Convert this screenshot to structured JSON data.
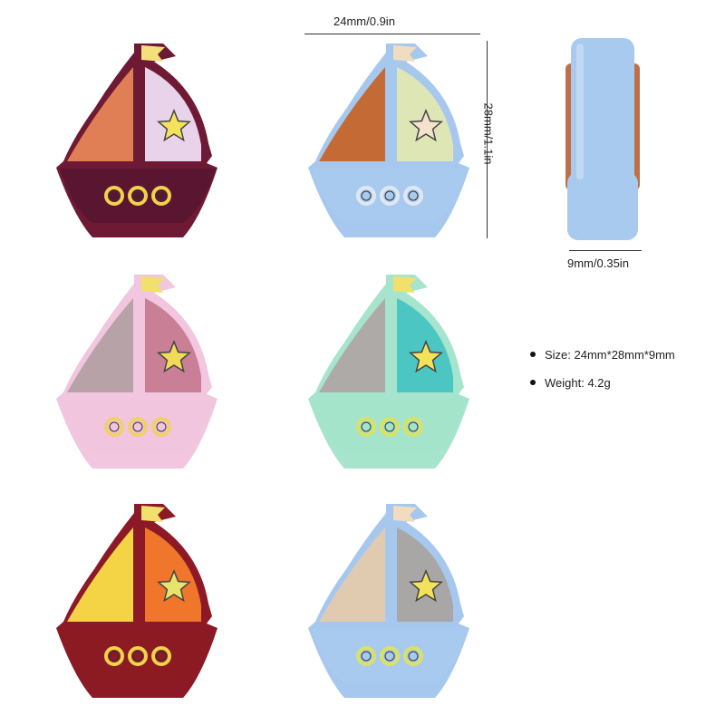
{
  "dimensions": {
    "width_label": "24mm/0.9in",
    "height_label": "28mm/1.1in",
    "depth_label": "9mm/0.35in"
  },
  "specs": [
    {
      "label": "Size: 24mm*28mm*9mm"
    },
    {
      "label": "Weight: 4.2g"
    }
  ],
  "boats": [
    {
      "variant": "maroon",
      "outline": "#6e1a35",
      "hull": "#5a1530",
      "leftSail": "#e07f55",
      "rightSail": "#e9d3ea",
      "flag": "#f3e07a",
      "star": "#f4e35a",
      "porthole": "#f2d24b"
    },
    {
      "variant": "blue-cream",
      "outline": "#a7c8ee",
      "hull": "#a9caef",
      "leftSail": "#c46a34",
      "rightSail": "#dfe6b6",
      "flag": "#f1dcc0",
      "star": "#f4e2cf",
      "porthole": "#dfe8f2"
    },
    {
      "variant": "pink",
      "outline": "#f1c6de",
      "hull": "#f2c5df",
      "leftSail": "#b7a2a7",
      "rightSail": "#c97f96",
      "flag": "#f1e06c",
      "star": "#f1d95a",
      "porthole": "#f0d06c"
    },
    {
      "variant": "mint",
      "outline": "#a6e4cd",
      "hull": "#a3e4cb",
      "leftSail": "#aeaaa8",
      "rightSail": "#4bc6c3",
      "flag": "#f1e06c",
      "star": "#f4e35a",
      "porthole": "#d9e266"
    },
    {
      "variant": "red-orange",
      "outline": "#8b1a26",
      "hull": "#8b1a22",
      "leftSail": "#f4d444",
      "rightSail": "#f0762b",
      "flag": "#f1e06c",
      "star": "#e8e36a",
      "porthole": "#f2d24b"
    },
    {
      "variant": "blue-gray",
      "outline": "#a7c8ee",
      "hull": "#a9caef",
      "leftSail": "#e0cbb0",
      "rightSail": "#a9a7a5",
      "flag": "#f1dcc0",
      "star": "#f4e35a",
      "porthole": "#d9e266"
    }
  ],
  "side_view": {
    "body": "#a9caef",
    "strip": "#c07048"
  }
}
